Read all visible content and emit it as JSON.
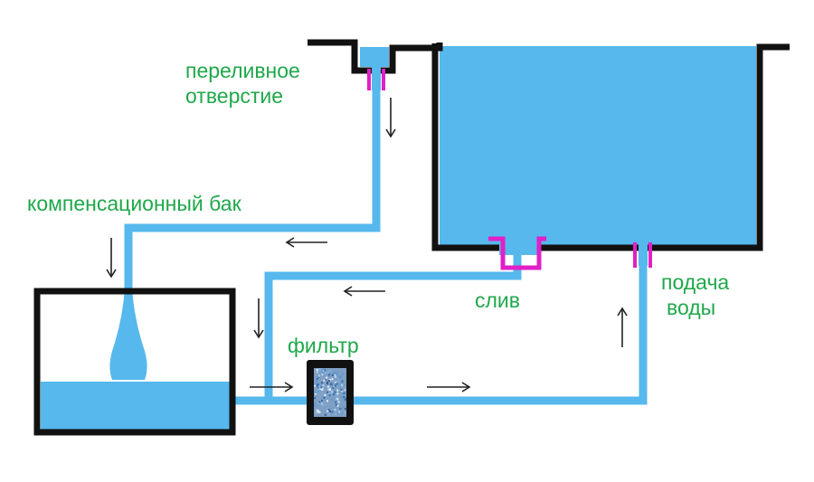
{
  "labels": {
    "overflow_line1": "переливное",
    "overflow_line2": "отверстие",
    "compensation_tank": "компенсационный бак",
    "drain": "слив",
    "supply_line1": "подача",
    "supply_line2": "воды",
    "filter": "фильтр"
  },
  "colors": {
    "water": "#56b8ec",
    "label": "#1fa84a",
    "outline": "#111111",
    "fitting": "#e020c8",
    "arrow": "#222222",
    "filter_media": "#7f9fc4"
  }
}
